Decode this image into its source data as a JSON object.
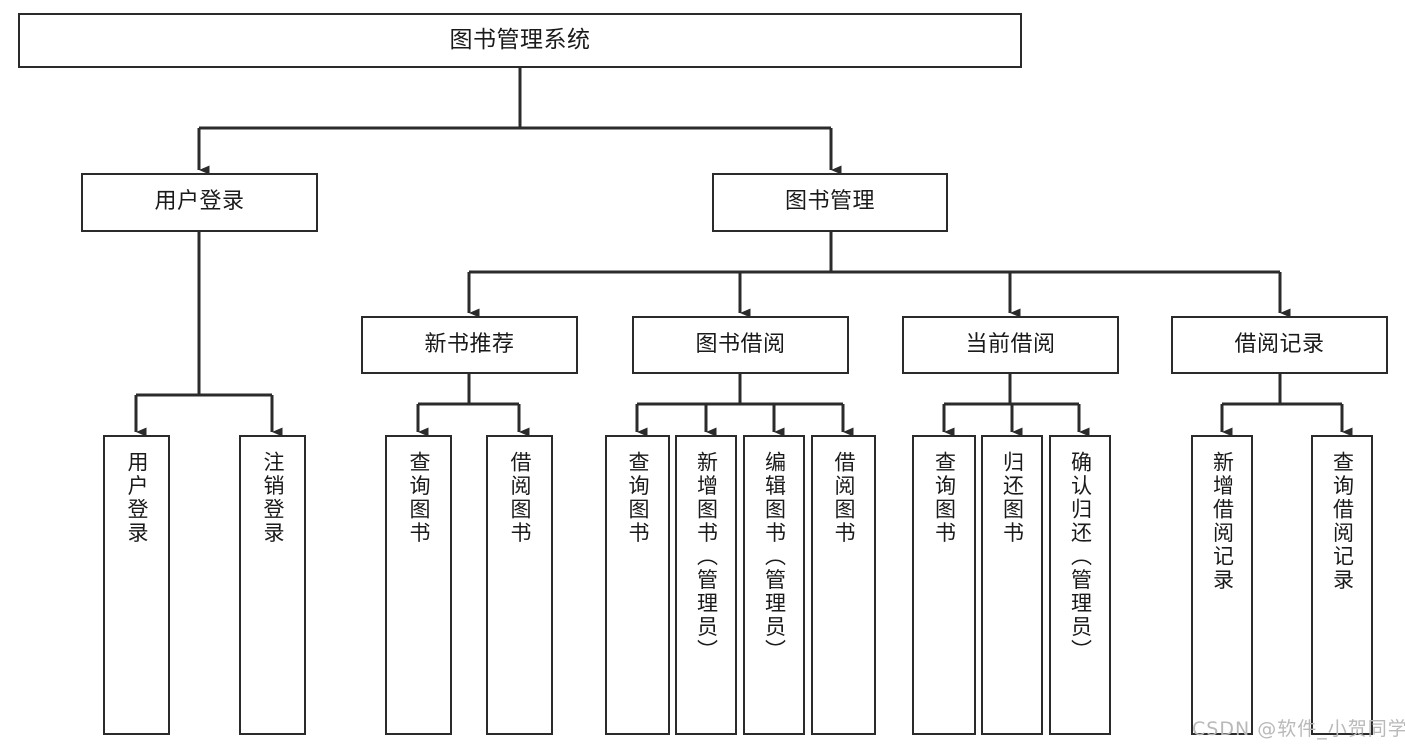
{
  "diagram": {
    "type": "tree",
    "title": "图书管理系统",
    "background_color": "#ffffff",
    "line_color": "#2b2b2b",
    "text_color": "#1a1a1a",
    "root": {
      "id": "root",
      "label": "图书管理系统",
      "level": 1
    },
    "level2": [
      {
        "id": "user-login",
        "label": "用户登录",
        "level": 2
      },
      {
        "id": "book-manage",
        "label": "图书管理",
        "level": 2
      }
    ],
    "level3": [
      {
        "id": "new-book-recommend",
        "label": "新书推荐",
        "level": 3,
        "parent": "book-manage"
      },
      {
        "id": "book-borrow",
        "label": "图书借阅",
        "level": 3,
        "parent": "book-manage"
      },
      {
        "id": "current-borrow",
        "label": "当前借阅",
        "level": 3,
        "parent": "book-manage"
      },
      {
        "id": "borrow-record",
        "label": "借阅记录",
        "level": 3,
        "parent": "book-manage"
      }
    ],
    "leaves": [
      {
        "id": "leaf-user-login",
        "label": "用户登录",
        "parent": "user-login"
      },
      {
        "id": "leaf-user-logout",
        "label": "注销登录",
        "parent": "user-login"
      },
      {
        "id": "leaf-query-book-1",
        "label": "查询图书",
        "parent": "new-book-recommend"
      },
      {
        "id": "leaf-borrow-book-1",
        "label": "借阅图书",
        "parent": "new-book-recommend"
      },
      {
        "id": "leaf-query-book-2",
        "label": "查询图书",
        "parent": "book-borrow"
      },
      {
        "id": "leaf-add-book",
        "label": "新增图书（管理员）",
        "parent": "book-borrow"
      },
      {
        "id": "leaf-edit-book",
        "label": "编辑图书（管理员）",
        "parent": "book-borrow"
      },
      {
        "id": "leaf-borrow-book-2",
        "label": "借阅图书",
        "parent": "book-borrow"
      },
      {
        "id": "leaf-query-book-3",
        "label": "查询图书",
        "parent": "current-borrow"
      },
      {
        "id": "leaf-return-book",
        "label": "归还图书",
        "parent": "current-borrow"
      },
      {
        "id": "leaf-confirm-return",
        "label": "确认归还（管理员）",
        "parent": "current-borrow"
      },
      {
        "id": "leaf-add-record",
        "label": "新增借阅记录",
        "parent": "borrow-record"
      },
      {
        "id": "leaf-query-record",
        "label": "查询借阅记录",
        "parent": "borrow-record"
      }
    ]
  },
  "watermark": {
    "text": "CSDN @软件_小贺同学"
  }
}
